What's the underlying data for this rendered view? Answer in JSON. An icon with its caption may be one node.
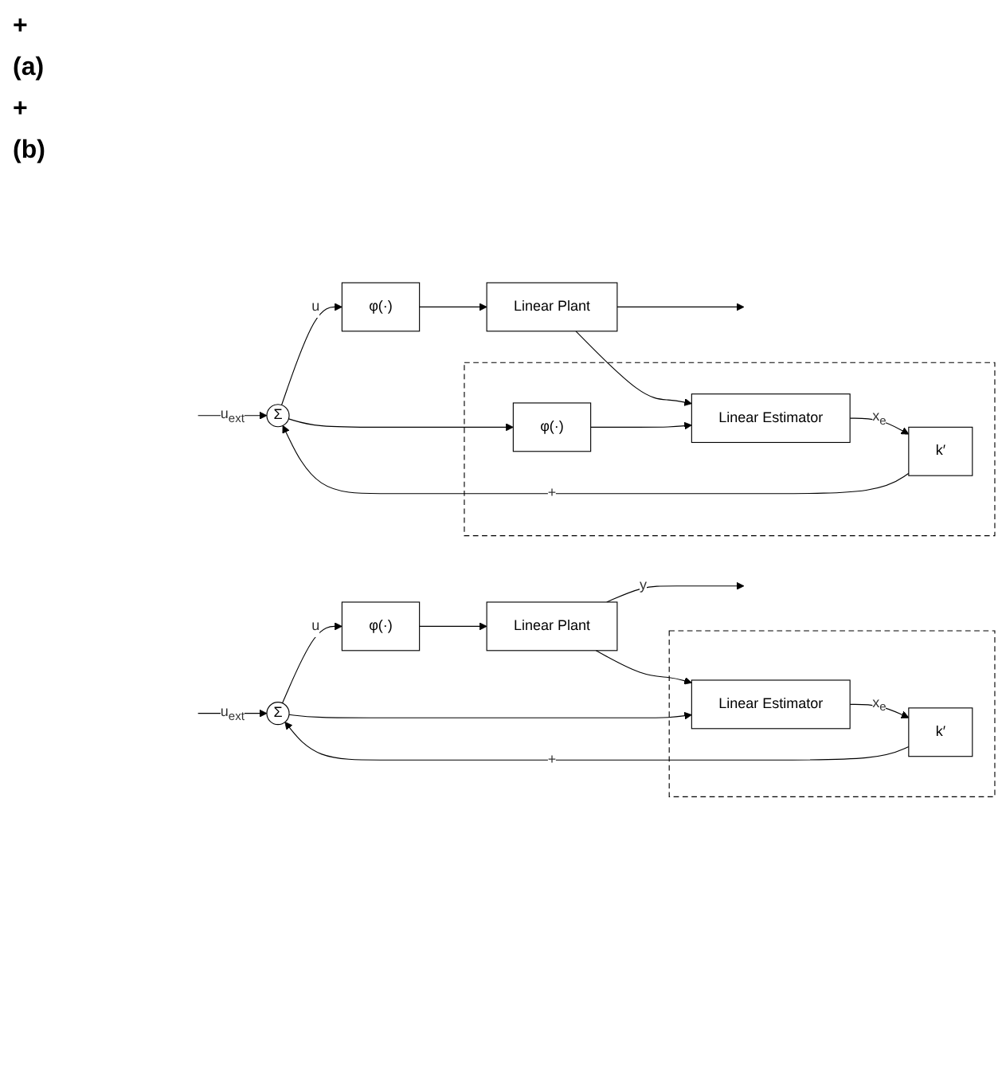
{
  "diagram": {
    "nodes": [
      {
        "text": [
          "Σ"
        ]
      },
      {
        "text": [
          "φ(·)"
        ]
      },
      {
        "text": [
          "Linear Plant"
        ]
      },
      {
        "text": [],
        "shape": "box"
      },
      {
        "text": [
          "k′"
        ],
        "in": 3
      },
      {
        "text": [
          "Linear Estimator"
        ],
        "in": 3
      },
      {
        "text": [
          "Σ"
        ]
      },
      {
        "text": [
          "φ(·)"
        ]
      },
      {
        "text": [
          "Linear Plant"
        ]
      },
      {
        "text": [],
        "shape": "box"
      },
      {
        "text": [
          "k′"
        ],
        "in": 9
      },
      {
        "text": [
          "Linear Estimator"
        ],
        "in": 9
      },
      {
        "text": [
          "φ(·)"
        ],
        "in": 9
      }
    ],
    "edges": [
      {
        "from": null,
        "to": 0,
        "arrow": "to",
        "label": "u$_{ext}$"
      },
      {
        "from": 0,
        "to": 1,
        "arrow": "to",
        "label": "u"
      },
      {
        "from": 1,
        "to": 2,
        "arrow": "to"
      },
      {
        "from": 2,
        "to": null,
        "arrow": "to",
        "label": "y"
      },
      {
        "from": 0,
        "to": 5,
        "arrow": "to"
      },
      {
        "from": 2,
        "to": 5,
        "arrow": "to"
      },
      {
        "from": 5,
        "to": 4,
        "arrow": "to",
        "label": "x$_{e}$"
      },
      {
        "from": 4,
        "to": 0,
        "arrow": "to",
        "label": "+"
      },
      {
        "from": null,
        "to": 6,
        "arrow": "to",
        "label": "u$_{ext}$"
      },
      {
        "from": 6,
        "to": 7,
        "arrow": "to",
        "label": "u"
      },
      {
        "from": 7,
        "to": 8,
        "arrow": "to"
      },
      {
        "from": 8,
        "to": null,
        "arrow": "to"
      },
      {
        "from": 6,
        "to": 12,
        "arrow": "to"
      },
      {
        "from": 12,
        "to": 11,
        "arrow": "to"
      },
      {
        "from": 8,
        "to": 11,
        "arrow": "to"
      },
      {
        "from": 11,
        "to": 10,
        "arrow": "to",
        "label": "x$_{e}$"
      },
      {
        "from": 10,
        "to": 6,
        "arrow": "to",
        "label": "+"
      }
    ],
    "labels": [
      "+",
      "(a)",
      "+",
      "(b)"
    ]
  }
}
